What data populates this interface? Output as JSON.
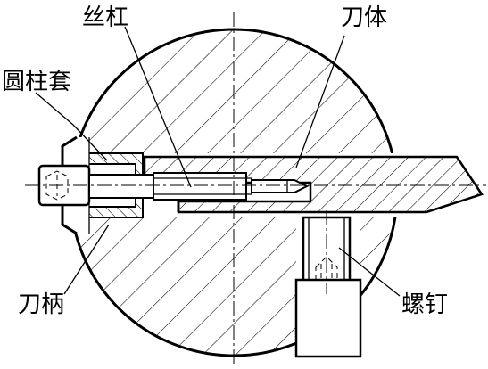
{
  "labels": {
    "lead_screw": "丝杠",
    "cutter_body": "刀体",
    "cylindrical_sleeve": "圆柱套",
    "tool_shank": "刀柄",
    "screw": "螺钉"
  }
}
